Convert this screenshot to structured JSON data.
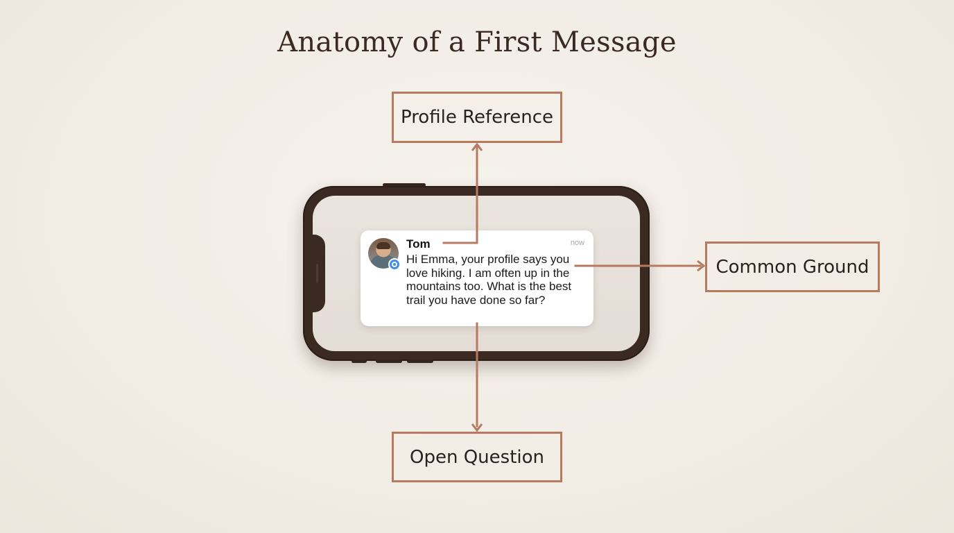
{
  "title": "Anatomy of a First Message",
  "labels": {
    "profile_reference": "Profile Reference",
    "common_ground": "Common Ground",
    "open_question": "Open Question"
  },
  "notification": {
    "sender": "Tom",
    "time": "now",
    "message": "Hi Emma, your profile says you love hiking. I am often up in the mountains too. What is the best trail you have done so far?"
  },
  "colors": {
    "accent": "#b77a60",
    "phone_frame": "#3b2a22",
    "background": "#f3efe8",
    "badge": "#3f8fe0"
  },
  "icons": {
    "avatar": "person-avatar",
    "badge": "messenger-badge-icon"
  }
}
